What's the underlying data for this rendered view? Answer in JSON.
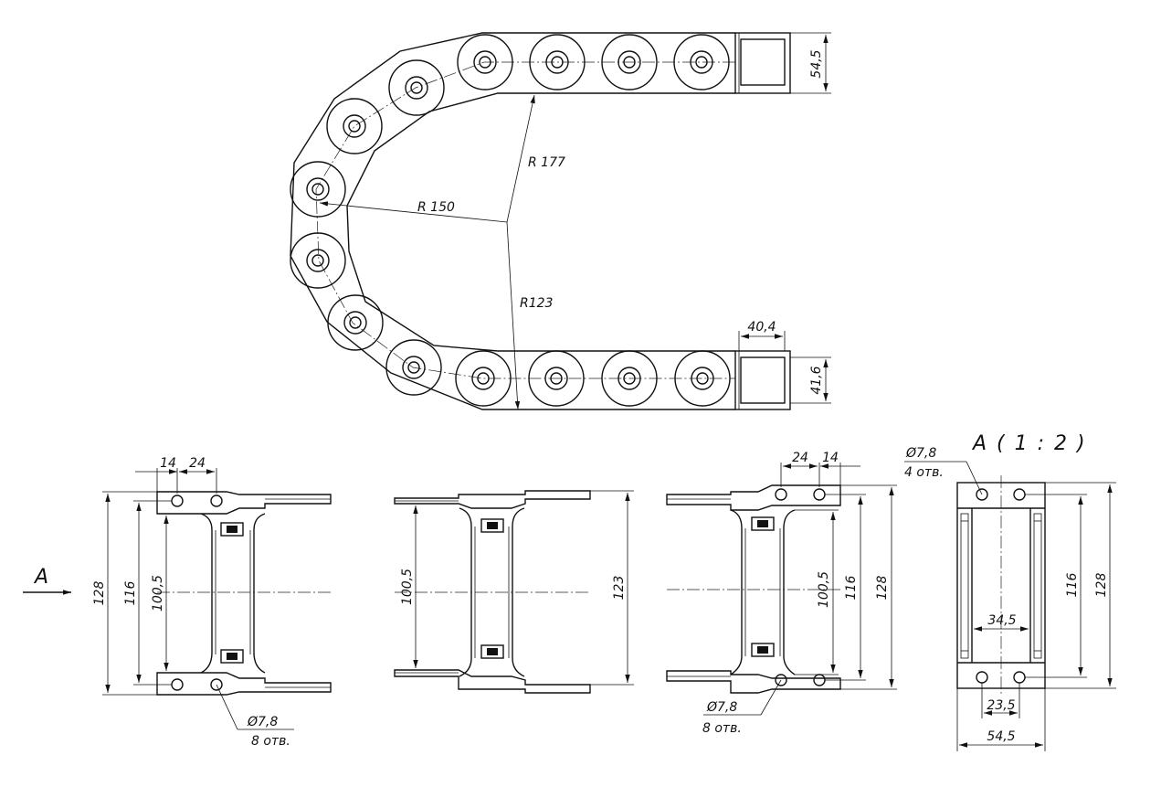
{
  "chain_view": {
    "dim_width_top": "54,5",
    "dim_radius_outer": "R 177",
    "dim_radius_mid": "R 150",
    "dim_radius_inner": "R123",
    "dim_bracket_length": "40,4",
    "dim_height_bottom": "41,6"
  },
  "left_view": {
    "view_arrow_label": "A",
    "dim_offset_1": "14",
    "dim_offset_2": "24",
    "dim_overall": "128",
    "dim_holes": "116",
    "dim_inner": "100,5",
    "hole_note_diameter": "Ø7,8",
    "hole_note_count": "8 отв."
  },
  "middle_view": {
    "dim_inner": "100,5",
    "dim_outer": "123"
  },
  "right_view": {
    "dim_offset_1": "24",
    "dim_offset_2": "14",
    "dim_inner": "100,5",
    "dim_holes": "116",
    "dim_overall": "128",
    "hole_note_diameter": "Ø7,8",
    "hole_note_count": "8 отв."
  },
  "section_a": {
    "title": "A ( 1 : 2 )",
    "hole_note_diameter": "Ø7,8",
    "hole_note_count": "4 отв.",
    "dim_inner_width": "34,5",
    "dim_hole_spacing": "23,5",
    "dim_total_width": "54,5",
    "dim_holes": "116",
    "dim_overall": "128"
  }
}
